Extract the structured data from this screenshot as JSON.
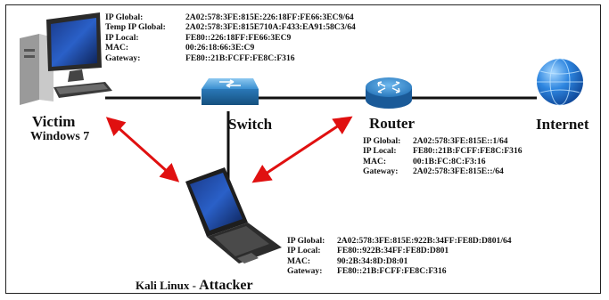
{
  "victim": {
    "label": "Victim",
    "os": "Windows 7",
    "info": [
      {
        "key": "IP Global:",
        "value": "2A02:578:3FE:815E:226:18FF:FE66:3EC9/64"
      },
      {
        "key": "Temp IP Global:",
        "value": "2A02:578:3FE:815E710A:F433:EA91:58C3/64"
      },
      {
        "key": "IP Local:",
        "value": "FE80::226:18FF:FE66:3EC9"
      },
      {
        "key": "MAC:",
        "value": "00:26:18:66:3E:C9"
      },
      {
        "key": "Gateway:",
        "value": "FE80::21B:FCFF:FE8C:F316"
      }
    ]
  },
  "switch": {
    "label": "Switch"
  },
  "router": {
    "label": "Router",
    "info": [
      {
        "key": "IP Global:",
        "value": "2A02:578:3FE:815E::1/64"
      },
      {
        "key": "IP Local:",
        "value": "FE80::21B:FCFF:FE8C:F316"
      },
      {
        "key": "MAC:",
        "value": "00:1B:FC:8C:F3:16"
      },
      {
        "key": "Gateway:",
        "value": "2A02:578:3FE:815E::/64"
      }
    ]
  },
  "internet": {
    "label": "Internet"
  },
  "attacker": {
    "label_prefix": "Kali Linux - ",
    "label_role": "Attacker",
    "info": [
      {
        "key": "IP Global:",
        "value": "2A02:578:3FE:815E:922B:34FF:FE8D:D801/64"
      },
      {
        "key": "IP Local:",
        "value": "FE80::922B:34FF:FE8D:D801"
      },
      {
        "key": "MAC:",
        "value": "90:2B:34:8D:D8:01"
      },
      {
        "key": "Gateway:",
        "value": "FE80::21B:FCFF:FE8C:F316"
      }
    ]
  },
  "colors": {
    "arrow": "#e01010",
    "link": "#111111",
    "switch": "#2f86c9",
    "router": "#2478bf",
    "globe": "#1a64c8"
  }
}
